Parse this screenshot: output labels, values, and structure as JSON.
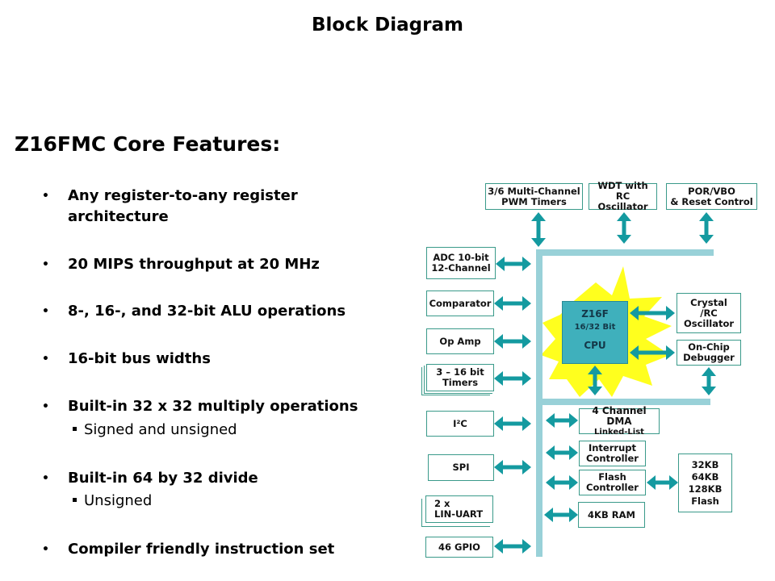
{
  "slide": {
    "title": "Block Diagram",
    "heading": "Z16FMC Core Features:",
    "bullets": [
      {
        "text": "Any register-to-any register architecture",
        "line1": "Any register-to-any register",
        "line2": "architecture"
      },
      {
        "text": "20 MIPS throughput at 20 MHz"
      },
      {
        "text": "8-, 16-, and 32-bit ALU operations"
      },
      {
        "text": "16-bit bus widths"
      },
      {
        "text": "Built-in 32 x 32 multiply operations",
        "sub": "Signed and unsigned"
      },
      {
        "text": "Built-in 64 by 32 divide",
        "sub": "Unsigned"
      },
      {
        "text": "Compiler friendly instruction set"
      }
    ],
    "bullet_glyph": "•"
  },
  "diagram": {
    "colors": {
      "arrow": "#149aa0",
      "bus": "#99d1d8",
      "box_border": "#3a9a8a",
      "cpu_fill": "#3fb0bc",
      "burst": "#ffff1e"
    },
    "top_blocks": {
      "pwm": "3/6 Multi-Channel\nPWM Timers",
      "wdt": "WDT with\nRC Oscillator",
      "por": "POR/VBO\n& Reset Control"
    },
    "left_blocks": {
      "adc": "ADC 10-bit\n12-Channel",
      "comparator": "Comparator",
      "opamp": "Op Amp",
      "timers": "3 – 16 bit\nTimers",
      "i2c": "I²C",
      "spi": "SPI",
      "uart": "2 x\nLIN-UART",
      "gpio": "46 GPIO"
    },
    "cpu": {
      "line1": "Z16F",
      "line2": "16/32 Bit",
      "line3": "CPU"
    },
    "right_blocks": {
      "osc": "Crystal\n/RC\nOscillator",
      "debugger": "On-Chip\nDebugger",
      "dma_line1": "4 Channel DMA",
      "dma_line2": "Linked-List",
      "interrupt": "Interrupt\nController",
      "flash_ctrl": "Flash\nController",
      "ram": "4KB RAM",
      "flash": "32KB\n64KB\n128KB\nFlash"
    }
  }
}
